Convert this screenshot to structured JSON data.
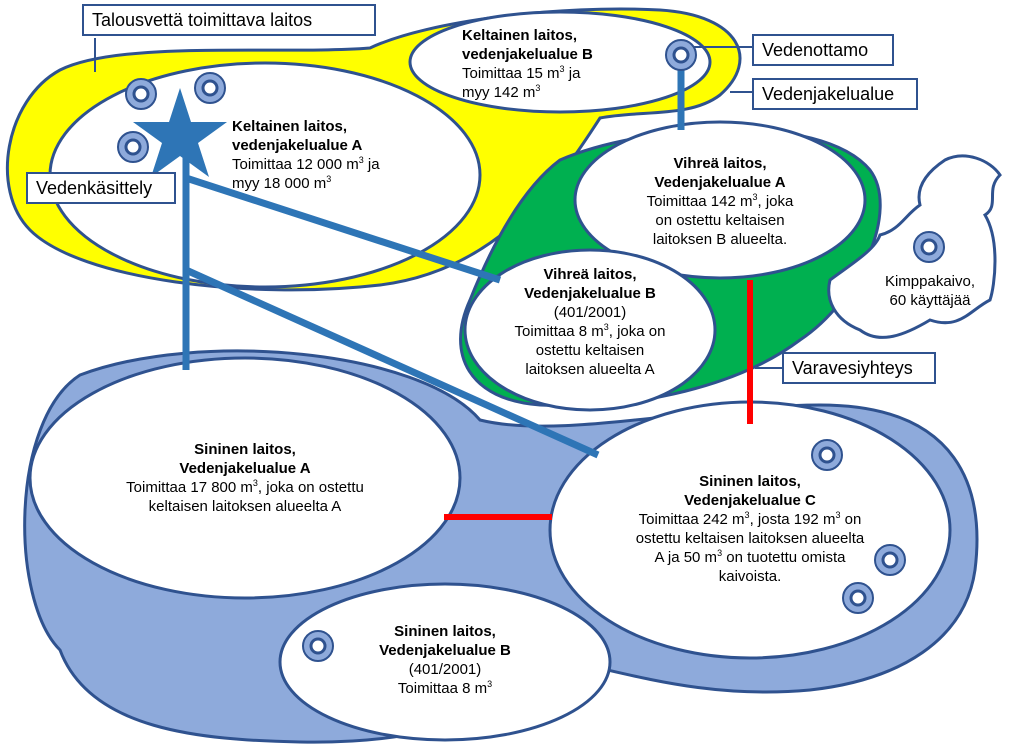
{
  "colors": {
    "yellow_zone": "#ffff00",
    "green_zone": "#00b050",
    "blue_zone": "#8eaadb",
    "outline": "#2f528f",
    "pipe": "#2e75b6",
    "backup_link": "#ff0000"
  },
  "labels": {
    "drinking_water_plant": "Talousvettä toimittava laitos",
    "water_intake": "Vedenottamo",
    "distribution_area": "Vedenjakelualue",
    "water_treatment": "Vedenkäsittely",
    "backup_connection": "Varavesiyhteys"
  },
  "areas": {
    "yellow_a": {
      "title1": "Keltainen laitos,",
      "title2": "vedenjakelualue A",
      "line1": "Toimittaa 12 000 m",
      "line1_tail": " ja",
      "line2": "myy 18 000 m",
      "line2_tail": ""
    },
    "yellow_b": {
      "title1": "Keltainen laitos,",
      "title2": "vedenjakelualue B",
      "line1": "Toimittaa 15 m",
      "line1_tail": " ja",
      "line2": "myy 142 m",
      "line2_tail": ""
    },
    "green_a": {
      "title1": "Vihreä laitos,",
      "title2": "Vedenjakelualue A",
      "line1": "Toimittaa 142 m",
      "line1_tail": ", joka",
      "line2": "on ostettu keltaisen",
      "line3": "laitoksen B alueelta."
    },
    "green_b": {
      "title1": "Vihreä laitos,",
      "title2": "Vedenjakelualue B",
      "line1": "(401/2001)",
      "line2": "Toimittaa 8 m",
      "line2_tail": ", joka on",
      "line3": "ostettu keltaisen",
      "line4": "laitoksen alueelta A"
    },
    "blue_a": {
      "title1": "Sininen laitos,",
      "title2": "Vedenjakelualue A",
      "line1": "Toimittaa 17 800 m",
      "line1_tail": ", joka on ostettu",
      "line2": "keltaisen laitoksen alueelta A"
    },
    "blue_b": {
      "title1": "Sininen laitos,",
      "title2": "Vedenjakelualue B",
      "line1": "(401/2001)",
      "line2": "Toimittaa 8 m",
      "line2_tail": ""
    },
    "blue_c": {
      "title1": "Sininen laitos,",
      "title2": "Vedenjakelualue C",
      "line1": "Toimittaa 242 m",
      "line1_mid": ", josta 192 m",
      "line1_tail": " on",
      "line2": "ostettu keltaisen laitoksen alueelta",
      "line3": "A ja 50 m",
      "line3_tail": " on tuotettu omista",
      "line4": "kaivoista."
    },
    "shared_well": {
      "line1": "Kimppakaivo,",
      "line2": "60 käyttäjää"
    }
  },
  "unit_superscript": "3"
}
